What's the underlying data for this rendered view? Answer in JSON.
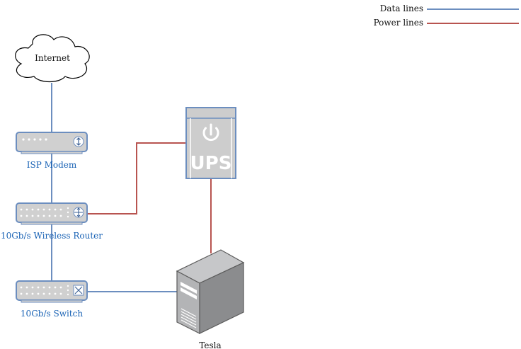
{
  "legend": {
    "data_label": "Data lines",
    "power_label": "Power lines",
    "data_color": "#6c8ebf",
    "power_color": "#b85450"
  },
  "nodes": {
    "internet": {
      "label": "Internet",
      "icon": "cloud-icon"
    },
    "modem": {
      "label": "ISP Modem",
      "icon": "modem-icon"
    },
    "router": {
      "label": "10Gb/s Wireless Router",
      "icon": "router-icon"
    },
    "switch": {
      "label": "10Gb/s Switch",
      "icon": "switch-icon"
    },
    "ups": {
      "label": "UPS",
      "icon": "power-icon"
    },
    "server": {
      "label": "Tesla",
      "icon": "server-tower-icon"
    }
  },
  "colors": {
    "device_fill": "#d0d0d0",
    "device_stroke": "#6c8ebf",
    "label_blue": "#1a63b5",
    "server_front": "#b3b4b6",
    "server_side": "#8b8c8e",
    "server_top": "#c6c7c9"
  }
}
